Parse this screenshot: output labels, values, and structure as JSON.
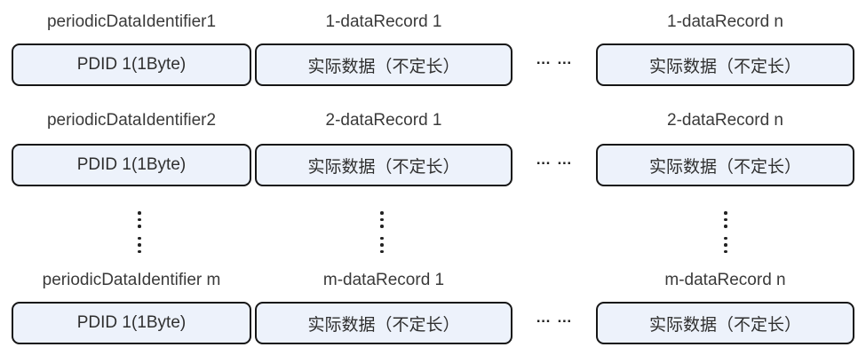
{
  "horizontal_ellipsis": "… …",
  "rows": [
    {
      "identifier_label": "periodicDataIdentifier1",
      "identifier_box": "PDID 1(1Byte)",
      "first_record_label": "1-dataRecord 1",
      "first_record_box": "实际数据（不定长）",
      "last_record_label": "1-dataRecord n",
      "last_record_box": "实际数据（不定长）"
    },
    {
      "identifier_label": "periodicDataIdentifier2",
      "identifier_box": "PDID 1(1Byte)",
      "first_record_label": "2-dataRecord 1",
      "first_record_box": "实际数据（不定长）",
      "last_record_label": "2-dataRecord n",
      "last_record_box": "实际数据（不定长）"
    },
    {
      "identifier_label": "periodicDataIdentifier m",
      "identifier_box": "PDID 1(1Byte)",
      "first_record_label": "m-dataRecord 1",
      "first_record_box": "实际数据（不定长）",
      "last_record_label": "m-dataRecord n",
      "last_record_box": "实际数据（不定长）"
    }
  ],
  "icons": {
    "vertical_ellipsis": "vertical-ellipsis-icon"
  },
  "colors": {
    "background": "#ffffff",
    "box_fill": "#edf2fb",
    "box_border": "#161616",
    "label_text": "#3a3a3a",
    "box_text": "#2f2f2f"
  }
}
